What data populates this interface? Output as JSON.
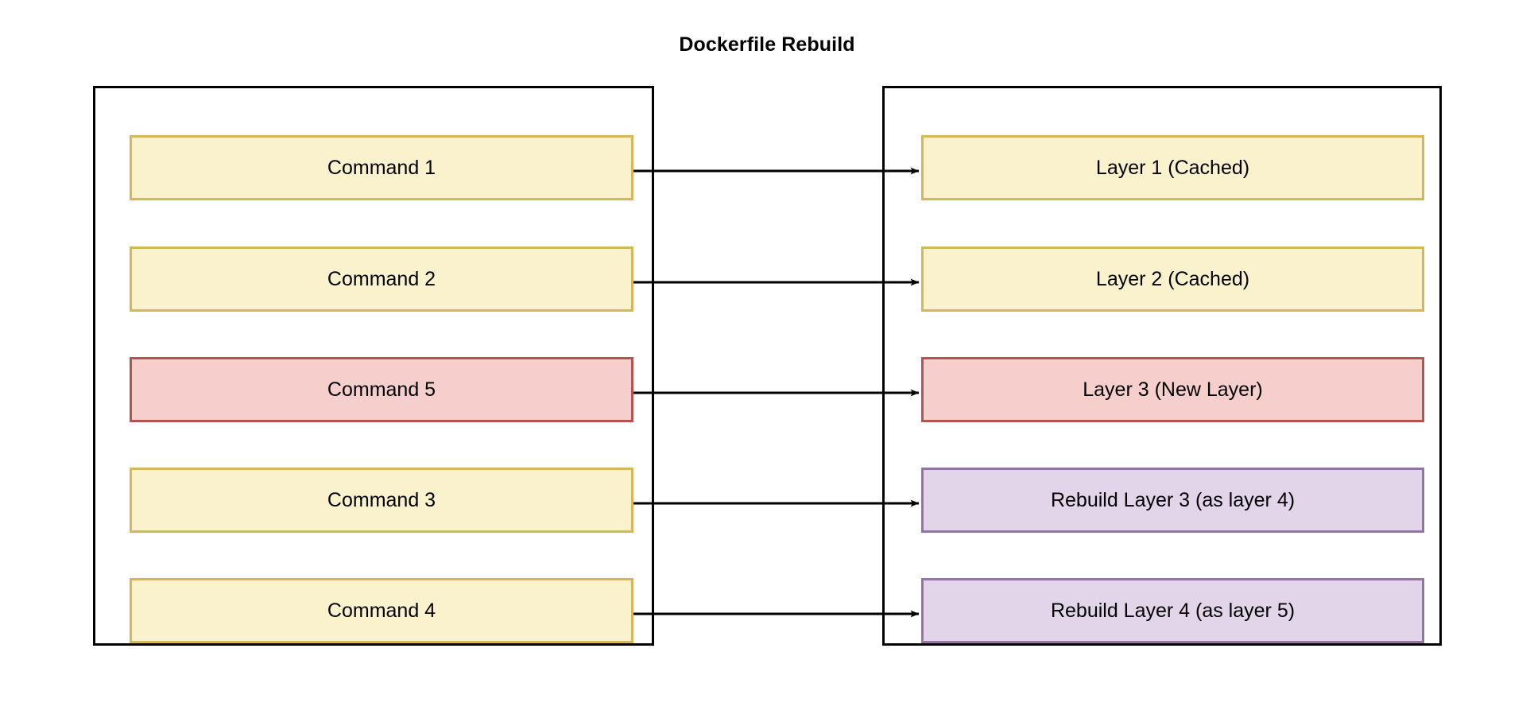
{
  "diagram": {
    "title": "Dockerfile Rebuild",
    "type": "flowchart",
    "panels": [
      {
        "id": "commands",
        "name": "dockerfile-commands-panel",
        "nodes": [
          {
            "label": "Command 1",
            "style": "yellow"
          },
          {
            "label": "Command 2",
            "style": "yellow"
          },
          {
            "label": "Command 5",
            "style": "red"
          },
          {
            "label": "Command 3",
            "style": "yellow"
          },
          {
            "label": "Command 4",
            "style": "yellow"
          }
        ]
      },
      {
        "id": "layers",
        "name": "image-layers-panel",
        "nodes": [
          {
            "label": "Layer 1 (Cached)",
            "style": "yellow"
          },
          {
            "label": "Layer 2 (Cached)",
            "style": "yellow"
          },
          {
            "label": "Layer 3 (New Layer)",
            "style": "red"
          },
          {
            "label": "Rebuild Layer 3 (as layer 4)",
            "style": "purple"
          },
          {
            "label": "Rebuild Layer 4 (as layer 5)",
            "style": "purple"
          }
        ]
      }
    ],
    "edges": [
      {
        "from": "Command 1",
        "to": "Layer 1 (Cached)"
      },
      {
        "from": "Command 2",
        "to": "Layer 2 (Cached)"
      },
      {
        "from": "Command 5",
        "to": "Layer 3 (New Layer)"
      },
      {
        "from": "Command 3",
        "to": "Rebuild Layer 3 (as layer 4)"
      },
      {
        "from": "Command 4",
        "to": "Rebuild Layer 4 (as layer 5)"
      }
    ],
    "colors": {
      "cached_fill": "#faf2cd",
      "cached_border": "#d6b656",
      "new_fill": "#f6cfcc",
      "new_border": "#b25450",
      "rebuild_fill": "#e2d5ea",
      "rebuild_border": "#9673a6",
      "panel_border": "#000000",
      "edge": "#000000",
      "background": "#ffffff"
    }
  }
}
